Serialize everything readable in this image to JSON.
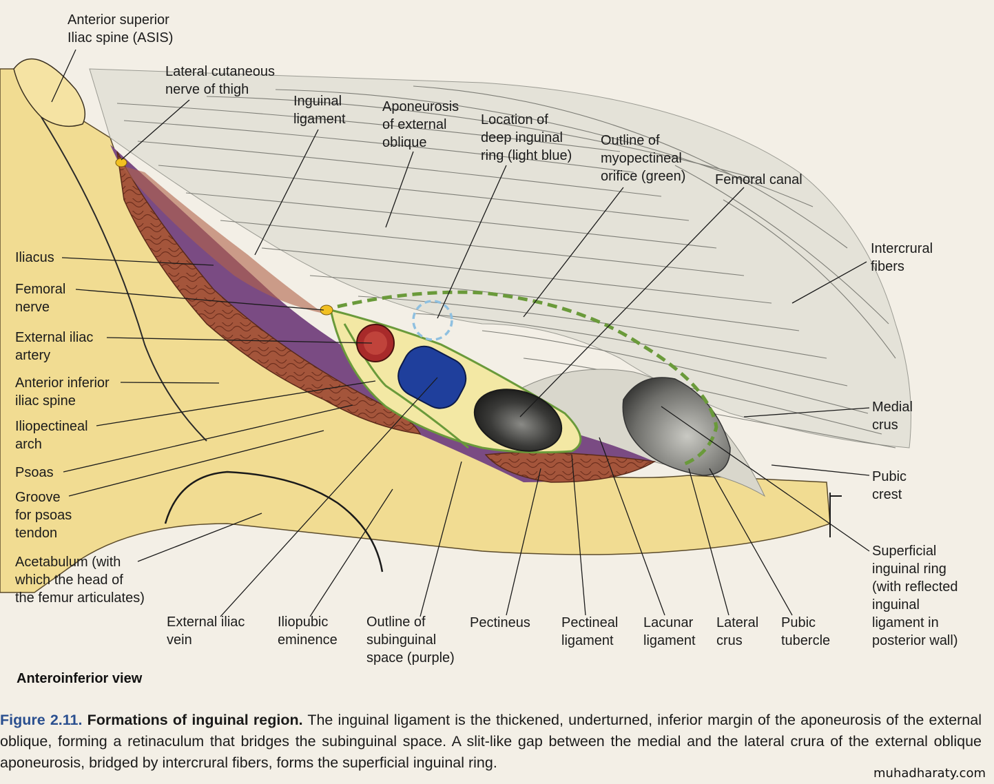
{
  "labels": {
    "asis": [
      "Anterior superior",
      "Iliac spine (ASIS)"
    ],
    "lateral_cutaneous": [
      "Lateral cutaneous",
      "nerve of thigh"
    ],
    "inguinal_ligament": [
      "Inguinal",
      "ligament"
    ],
    "aponeurosis": [
      "Aponeurosis",
      "of external",
      "oblique"
    ],
    "deep_ring": [
      "Location of",
      "deep inguinal",
      "ring (light blue)"
    ],
    "myopectineal": [
      "Outline of",
      "myopectineal",
      "orifice (green)"
    ],
    "femoral_canal": [
      "Femoral canal"
    ],
    "intercrural": [
      "Intercrural",
      "fibers"
    ],
    "iliacus": [
      "Iliacus"
    ],
    "femoral_nerve": [
      "Femoral",
      "nerve"
    ],
    "external_iliac_artery": [
      "External iliac",
      "artery"
    ],
    "aiis": [
      "Anterior inferior",
      "iliac spine"
    ],
    "iliopectineal_arch": [
      "Iliopectineal",
      "arch"
    ],
    "psoas": [
      "Psoas"
    ],
    "groove": [
      "Groove",
      "for psoas",
      "tendon"
    ],
    "acetabulum": [
      "Acetabulum (with",
      "which the head of",
      "the femur articulates)"
    ],
    "medial_crus": [
      "Medial",
      "crus"
    ],
    "pubic_crest": [
      "Pubic",
      "crest"
    ],
    "superficial_ring": [
      "Superficial",
      "inguinal ring",
      "(with reflected",
      "inguinal",
      "ligament  in",
      "posterior wall)"
    ],
    "external_iliac_vein": [
      "External iliac",
      "vein"
    ],
    "iliopubic": [
      "Iliopubic",
      "eminence"
    ],
    "subinguinal": [
      "Outline of",
      "subinguinal",
      "space (purple)"
    ],
    "pectineus": [
      "Pectineus"
    ],
    "pectineal_ligament": [
      "Pectineal",
      "ligament"
    ],
    "lacunar_ligament": [
      "Lacunar",
      "ligament"
    ],
    "lateral_crus": [
      "Lateral",
      "crus"
    ],
    "pubic_tubercle": [
      "Pubic",
      "tubercle"
    ]
  },
  "view_label": "Anteroinferior view",
  "caption": {
    "figure_number": "Figure 2.11.",
    "title": "Formations of inguinal region.",
    "text": "The inguinal ligament is the thickened, underturned, inferior margin of the aponeurosis of the external oblique, forming a retinaculum that bridges the subinguinal space. A slit-like gap between the medial and the lateral crura of the external oblique aponeurosis, bridged by intercrural fibers, forms the superficial inguinal ring."
  },
  "watermark": "muhadharaty.com",
  "colors": {
    "bone": "#f1dc92",
    "muscle": "#a4553b",
    "artery": "#a82a2a",
    "vein": "#1f3f9c",
    "nerve": "#f2c021",
    "subinguinal_outline": "#7a4b83",
    "myopectineal_outline": "#6a9a3a",
    "deep_ring": "#8fc0e0",
    "caption_accent": "#2a4f8f"
  }
}
